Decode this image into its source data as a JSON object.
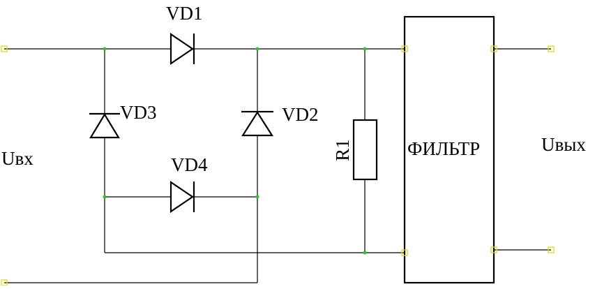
{
  "schematic": {
    "diodes": {
      "vd1": "VD1",
      "vd2": "VD2",
      "vd3": "VD3",
      "vd4": "VD4"
    },
    "resistor": "R1",
    "filter": "ФИЛЬТР",
    "input_label": "Uвх",
    "output_label": "Uвых"
  },
  "colors": {
    "wire": "#000000",
    "node": "#22cc22",
    "terminal": "#e0e000"
  }
}
